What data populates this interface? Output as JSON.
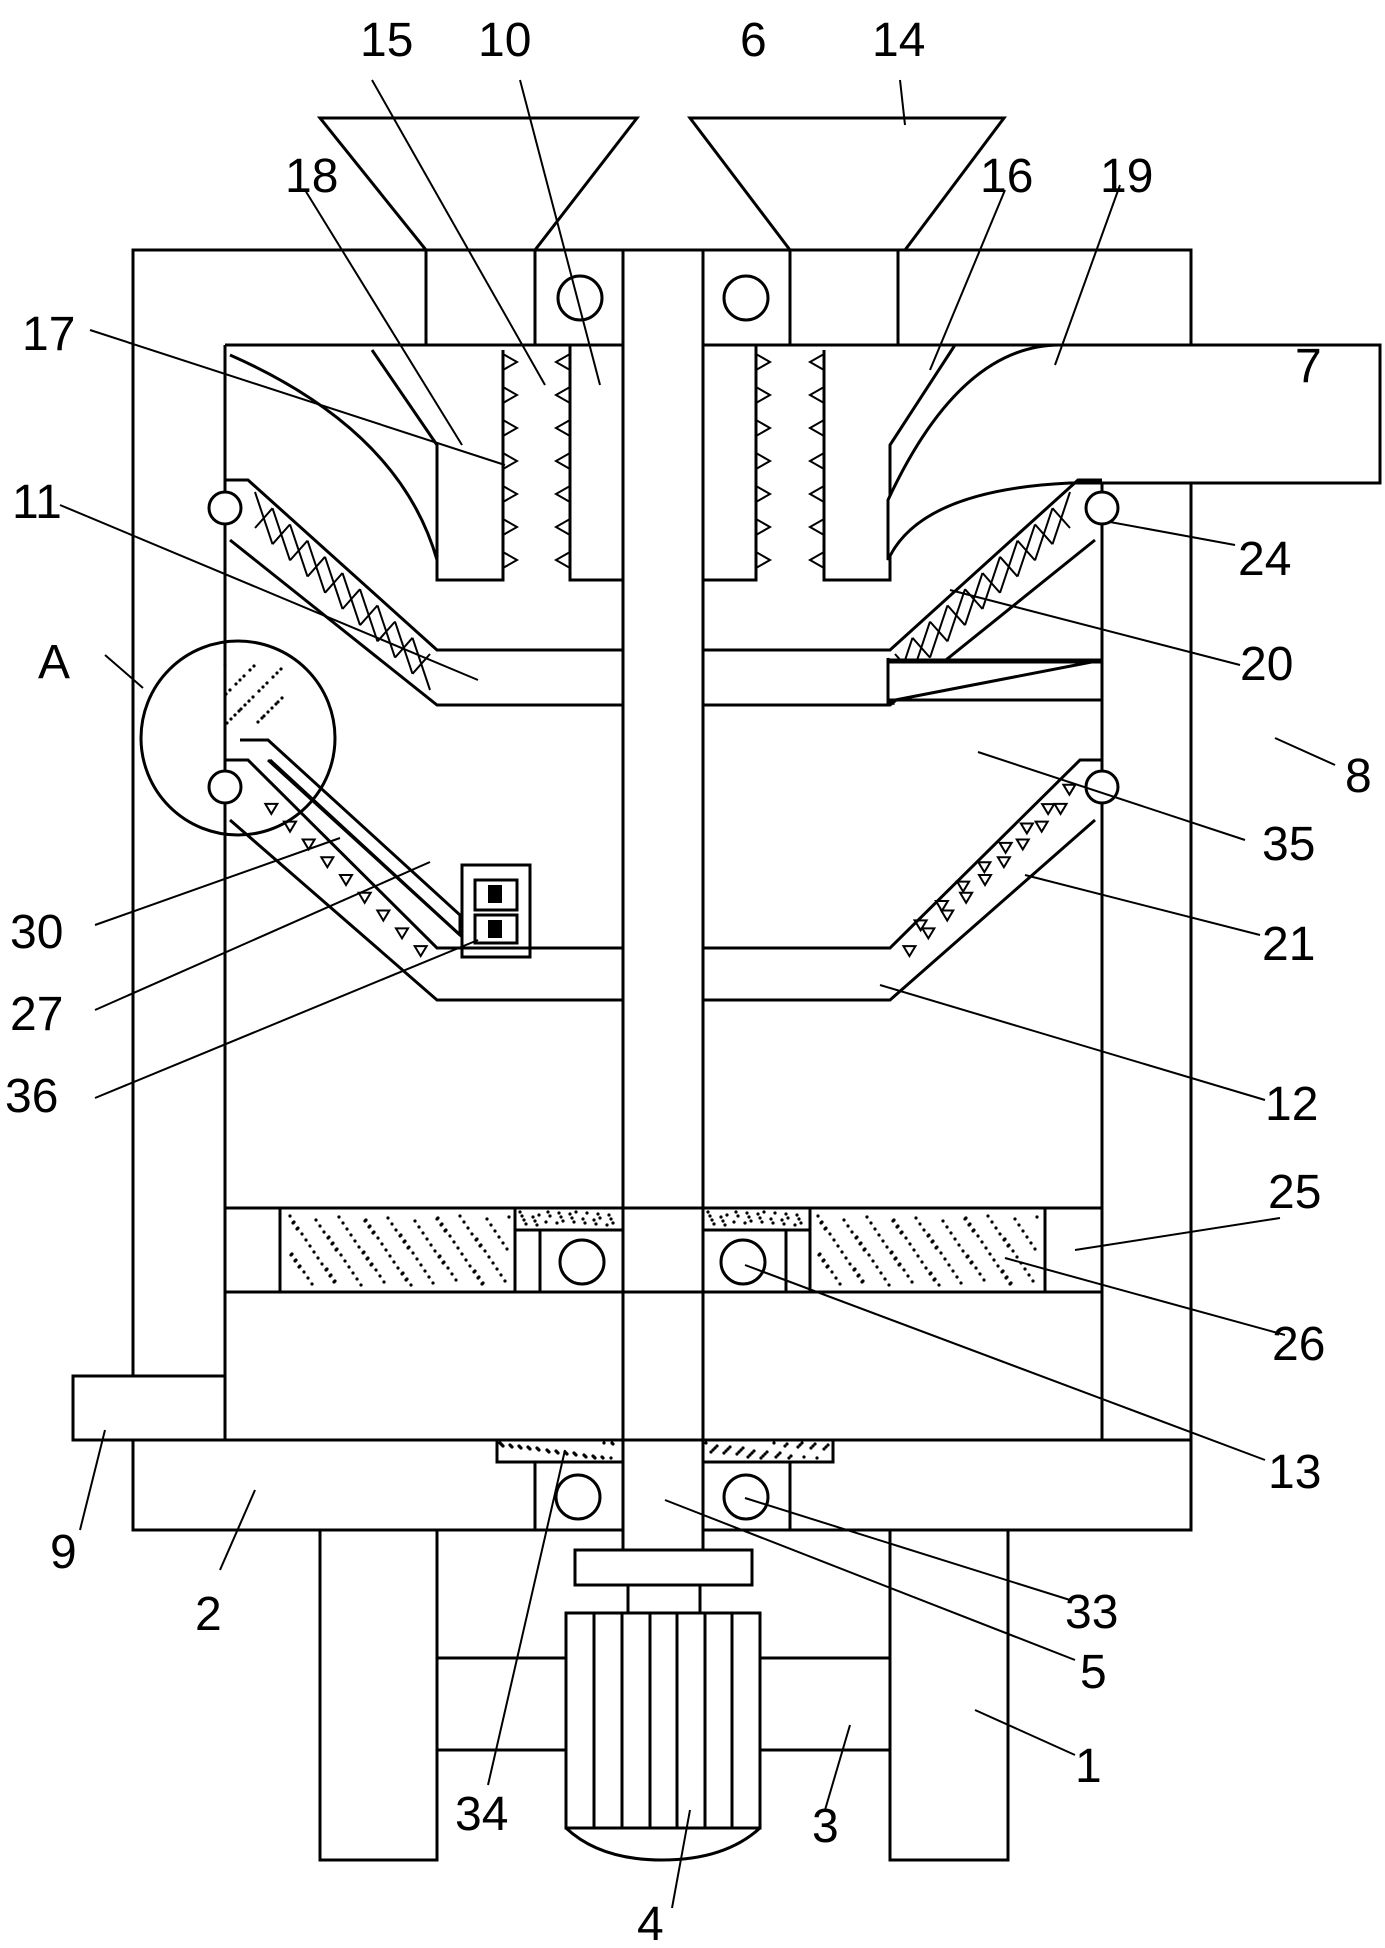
{
  "labels": {
    "l1": "1",
    "l2": "2",
    "l3": "3",
    "l4": "4",
    "l5": "5",
    "l6": "6",
    "l7": "7",
    "l8": "8",
    "l9": "9",
    "l10": "10",
    "l11": "11",
    "l12": "12",
    "l13": "13",
    "l14": "14",
    "l15": "15",
    "l16": "16",
    "l17": "17",
    "l18": "18",
    "l19": "19",
    "l20": "20",
    "l21": "21",
    "l24": "24",
    "l25": "25",
    "l26": "26",
    "l27": "27",
    "l30": "30",
    "l33": "33",
    "l34": "34",
    "l35": "35",
    "l36": "36",
    "lA": "A"
  }
}
